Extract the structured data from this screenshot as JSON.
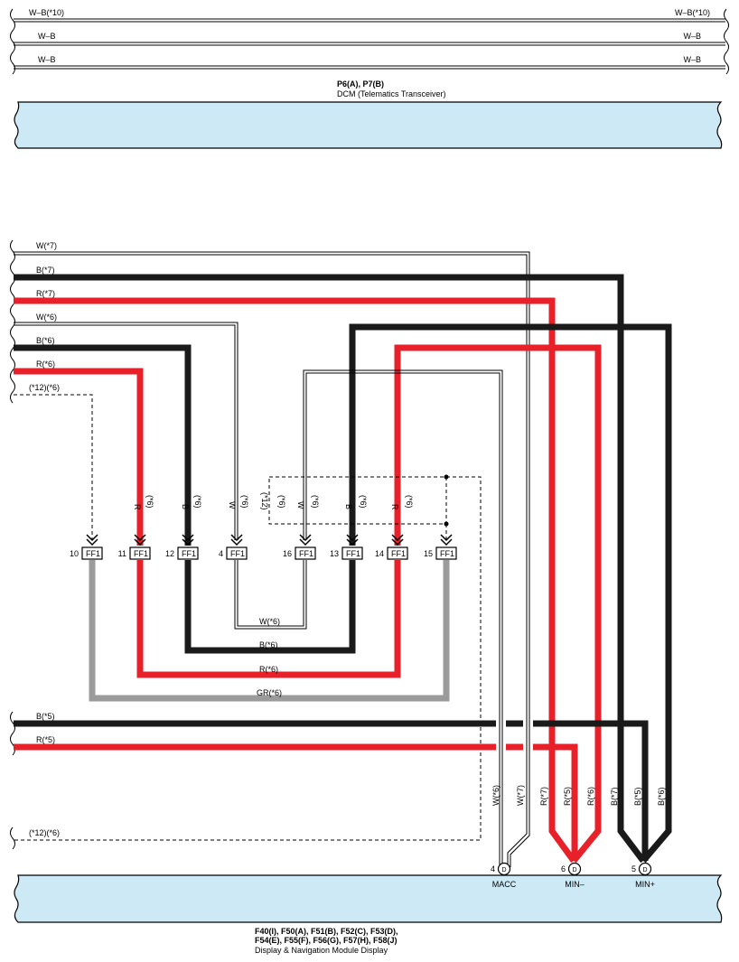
{
  "colors": {
    "white_wire": "#ffffff",
    "black_wire": "#1a1a1a",
    "red_wire": "#e8202a",
    "gray_wire": "#9b9b9b",
    "module_fill": "#cde9f6"
  },
  "top_wires": [
    {
      "left": "W–B(*10)",
      "right": "W–B(*10)"
    },
    {
      "left": "W–B",
      "right": "W–B"
    },
    {
      "left": "W–B",
      "right": "W–B"
    }
  ],
  "dcm": {
    "code": "P6(A), P7(B)",
    "name": "DCM (Telematics Transceiver)"
  },
  "left_wires": {
    "w7": "W(*7)",
    "b7": "B(*7)",
    "r7": "R(*7)",
    "w6": "W(*6)",
    "b6": "B(*6)",
    "r6": "R(*6)",
    "dash_top": "(*12)(*6)",
    "b5": "B(*5)",
    "r5": "R(*5)",
    "dash_bottom": "(*12)(*6)"
  },
  "vertical_labels": {
    "r_color": "R",
    "r_note": "(*6)",
    "b_color": "B",
    "b_note": "(*6)",
    "w_color": "W",
    "w_note": "(*6)",
    "note12": "(*12)",
    "note6": "(*6)",
    "w2_color": "W",
    "w2_note": "(*6)",
    "b2_color": "B",
    "b2_note": "(*6)",
    "r2_color": "R",
    "r2_note": "(*6)"
  },
  "junctions": [
    {
      "pin": "10",
      "label": "FF1"
    },
    {
      "pin": "11",
      "label": "FF1"
    },
    {
      "pin": "12",
      "label": "FF1"
    },
    {
      "pin": "4",
      "label": "FF1"
    },
    {
      "pin": "16",
      "label": "FF1"
    },
    {
      "pin": "13",
      "label": "FF1"
    },
    {
      "pin": "14",
      "label": "FF1"
    },
    {
      "pin": "15",
      "label": "FF1"
    }
  ],
  "bridge_labels": {
    "w": "W(*6)",
    "b": "B(*6)",
    "r": "R(*6)",
    "gr": "GR(*6)"
  },
  "drop_labels": [
    "W(*6)",
    "W(*7)",
    "R(*7)",
    "R(*5)",
    "R(*6)",
    "B(*7)",
    "B(*5)",
    "B(*6)"
  ],
  "terminals": [
    {
      "pin": "4",
      "conn": "D",
      "name": "MACC"
    },
    {
      "pin": "6",
      "conn": "D",
      "name": "MIN–"
    },
    {
      "pin": "5",
      "conn": "D",
      "name": "MIN+"
    }
  ],
  "display": {
    "code_line1": "F40(I), F50(A), F51(B), F52(C), F53(D),",
    "code_line2": "F54(E), F55(F), F56(G), F57(H), F58(J)",
    "name": "Display & Navigation Module Display"
  }
}
